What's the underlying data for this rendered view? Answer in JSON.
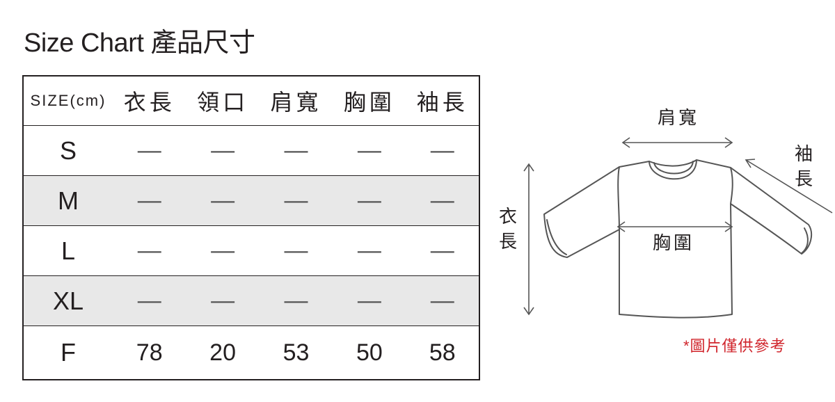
{
  "title": "Size Chart 產品尺寸",
  "table": {
    "headers": [
      "SIZE(cm)",
      "衣長",
      "領口",
      "肩寬",
      "胸圍",
      "袖長"
    ],
    "rows": [
      {
        "size": "S",
        "values": [
          "—",
          "—",
          "—",
          "—",
          "—"
        ]
      },
      {
        "size": "M",
        "values": [
          "—",
          "—",
          "—",
          "—",
          "—"
        ]
      },
      {
        "size": "L",
        "values": [
          "—",
          "—",
          "—",
          "—",
          "—"
        ]
      },
      {
        "size": "XL",
        "values": [
          "—",
          "—",
          "—",
          "—",
          "—"
        ]
      },
      {
        "size": "F",
        "values": [
          "78",
          "20",
          "53",
          "50",
          "58"
        ]
      }
    ]
  },
  "diagram": {
    "shoulder_label": "肩寬",
    "sleeve_label": [
      "袖",
      "長"
    ],
    "length_label": [
      "衣",
      "長"
    ],
    "chest_label": "胸圍"
  },
  "note": "*圖片僅供參考",
  "colors": {
    "line": "#231f20",
    "shade": "#e8e8e8",
    "garment": "#555555",
    "note": "#d0242b"
  }
}
